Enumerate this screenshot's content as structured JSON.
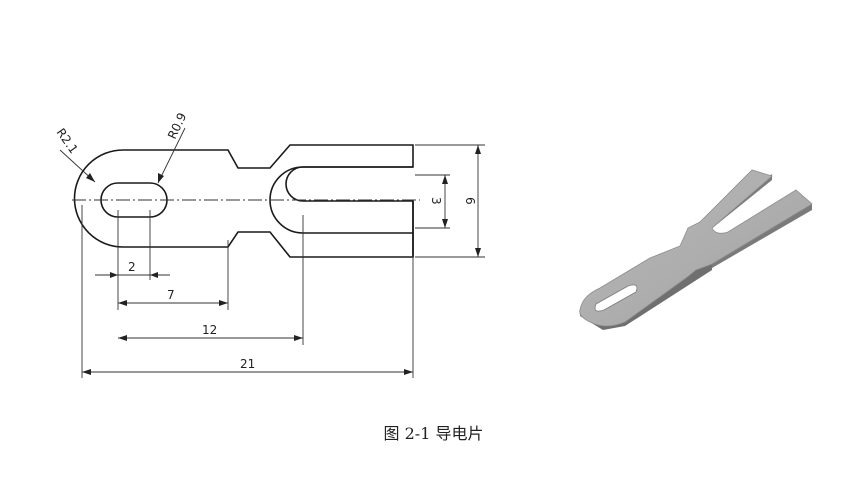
{
  "drawing": {
    "dimensions": {
      "r_outer": "R2.1",
      "r_inner": "R0.9",
      "d_2": "2",
      "d_7": "7",
      "d_12": "12",
      "d_21": "21",
      "d_3": "3",
      "d_6": "6"
    }
  },
  "caption": "图 2-1  导电片"
}
